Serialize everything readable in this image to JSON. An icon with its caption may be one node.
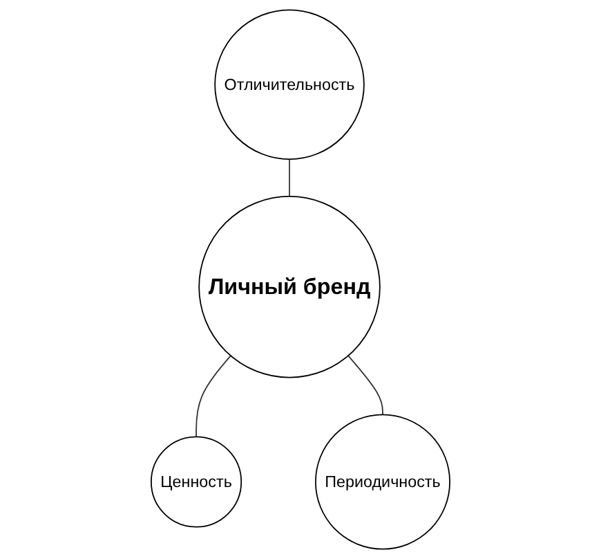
{
  "diagram": {
    "nodes": [
      {
        "text": [
          "Отличительность"
        ]
      },
      {
        "text": [
          "Личный бренд"
        ]
      },
      {
        "text": [
          "Ценность"
        ]
      },
      {
        "text": [
          "Периодичность"
        ]
      }
    ],
    "edges": [
      {
        "from": 0,
        "to": 1,
        "arrow": "none"
      },
      {
        "from": 1,
        "to": 2,
        "arrow": "none"
      },
      {
        "from": 1,
        "to": 3,
        "arrow": "none"
      }
    ]
  }
}
